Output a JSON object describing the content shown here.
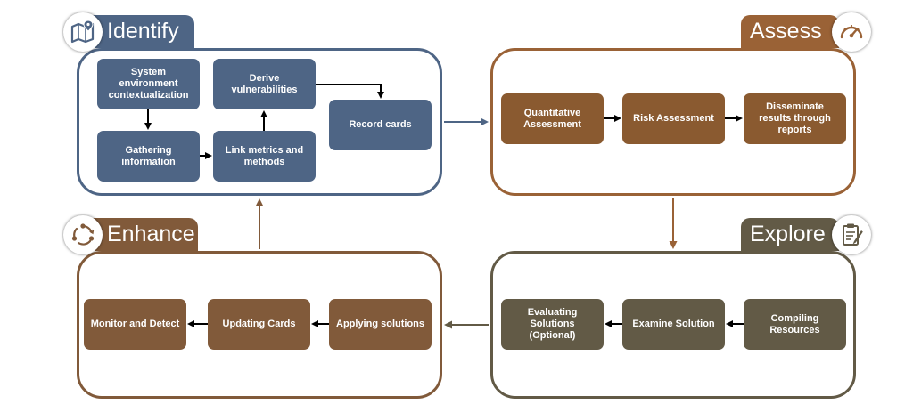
{
  "colors": {
    "identify": "#4e6585",
    "assess": "#9a6236",
    "explore": "#625a46",
    "enhance": "#815a3a"
  },
  "phases": {
    "identify": {
      "title": "Identify",
      "icon": "map-pin-icon",
      "steps": {
        "system_env": "System environment contextualization",
        "gathering": "Gathering information",
        "link_metrics": "Link metrics and methods",
        "derive": "Derive vulnerabilities",
        "record": "Record cards"
      }
    },
    "assess": {
      "title": "Assess",
      "icon": "gauge-icon",
      "steps": {
        "quantitative": "Quantitative Assessment",
        "risk": "Risk Assessment",
        "disseminate": "Disseminate results through reports"
      }
    },
    "explore": {
      "title": "Explore",
      "icon": "clipboard-icon",
      "steps": {
        "compiling": "Compiling Resources",
        "examine": "Examine Solution",
        "evaluating": "Evaluating Solutions (Optional)"
      }
    },
    "enhance": {
      "title": "Enhance",
      "icon": "cycle-icon",
      "steps": {
        "applying": "Applying solutions",
        "updating": "Updating Cards",
        "monitor": "Monitor and Detect"
      }
    }
  }
}
